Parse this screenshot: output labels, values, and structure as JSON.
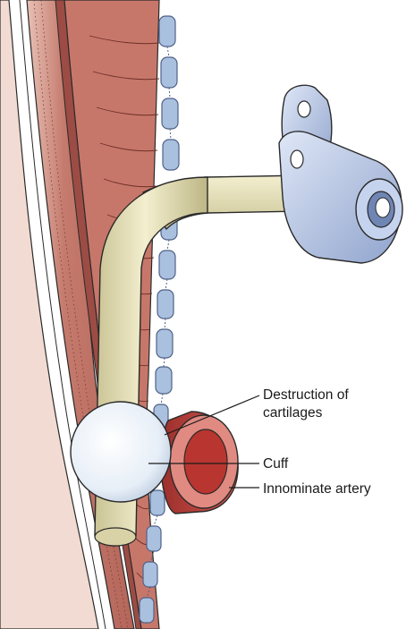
{
  "labels": {
    "destruction_line1": "Destruction of",
    "destruction_line2": "cartilages",
    "cuff": "Cuff",
    "innominate_artery": "Innominate artery"
  },
  "colors": {
    "muscle_dark": "#b86b60",
    "muscle_mid": "#c98a7d",
    "muscle_light": "#e2b6aa",
    "trachea_wall": "#c7776a",
    "cartilage_ring": "#a9c0df",
    "cartilage_outline": "#4f6288",
    "tube": "#ece7bf",
    "tube_shade": "#c9c394",
    "flange": "#b7c6e6",
    "cuff": "#eef4fa",
    "artery": "#c0443f",
    "outline": "#2a2a2a"
  }
}
